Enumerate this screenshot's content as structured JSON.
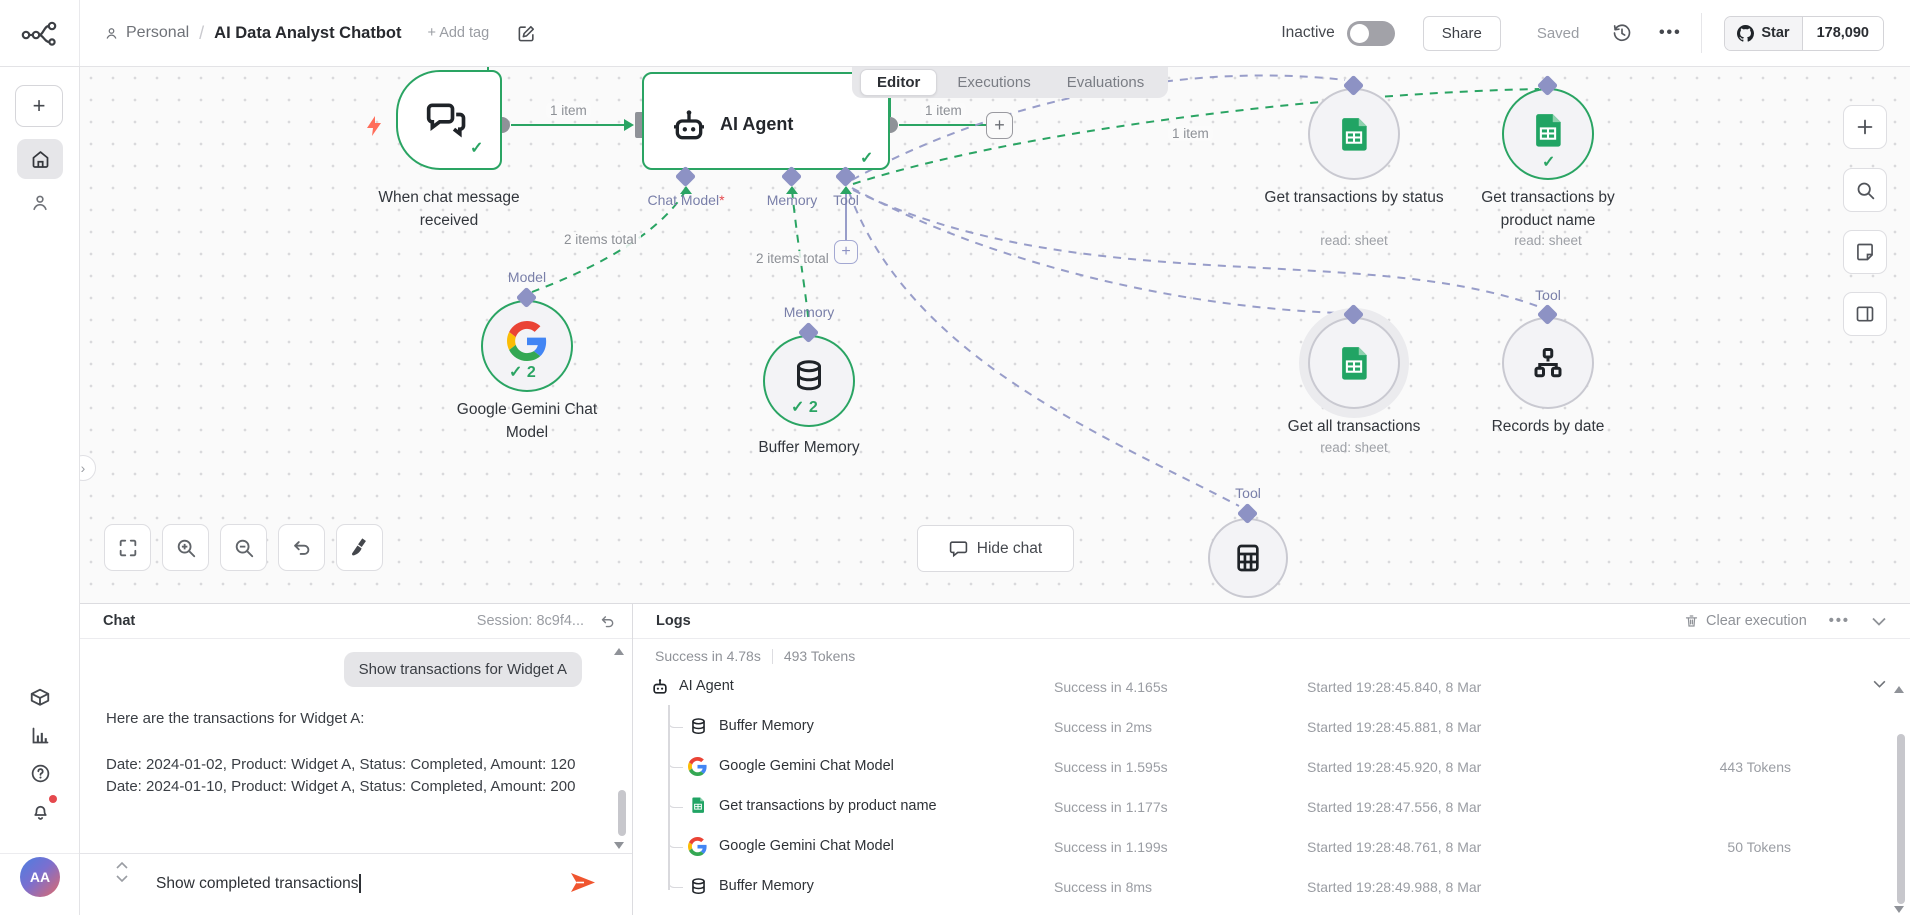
{
  "topbar": {
    "breadcrumb": {
      "project": "Personal",
      "separator": "/",
      "title": "AI Data Analyst Chatbot",
      "add_tag": "+ Add tag"
    },
    "status_label": "Inactive",
    "share_label": "Share",
    "saved_label": "Saved",
    "github": {
      "star_label": "Star",
      "star_count": "178,090"
    }
  },
  "tabs": {
    "editor": "Editor",
    "executions": "Executions",
    "evaluations": "Evaluations"
  },
  "sidebar": {
    "avatar_initials": "AA"
  },
  "canvas": {
    "hide_chat_label": "Hide chat",
    "connection_labels": {
      "trigger_to_agent": "1 item",
      "agent_out": "1 item",
      "tool_to_product": "1 item",
      "model_total": "2 items total",
      "memory_total": "2 items total"
    },
    "port_labels": {
      "chat_model": "Chat Model",
      "chat_model_required": "*",
      "memory": "Memory",
      "tool": "Tool",
      "model": "Model",
      "memory_node": "Memory",
      "tool_records": "Tool",
      "tool_calc": "Tool"
    },
    "nodes": {
      "trigger": {
        "name": "When chat message received"
      },
      "agent": {
        "name": "AI Agent"
      },
      "gemini": {
        "name": "Google Gemini Chat Model",
        "check_count": "2"
      },
      "buffer": {
        "name": "Buffer Memory",
        "check_count": "2"
      },
      "by_status": {
        "name": "Get transactions by status",
        "subtitle": "read: sheet"
      },
      "by_product": {
        "name": "Get transactions by product name",
        "subtitle": "read: sheet"
      },
      "all": {
        "name": "Get all transactions",
        "subtitle": "read: sheet"
      },
      "by_date": {
        "name": "Records by date"
      }
    }
  },
  "chat": {
    "title": "Chat",
    "session": "Session: 8c9f4...",
    "user_message": "Show transactions for Widget A",
    "bot_intro": "Here are the transactions for Widget A:",
    "bot_detail": "Date: 2024-01-02, Product: Widget A, Status: Completed, Amount: 120 Date: 2024-01-10, Product: Widget A, Status: Completed, Amount: 200",
    "input_value": "Show completed transactions"
  },
  "logs": {
    "title": "Logs",
    "clear_label": "Clear execution",
    "summary_status": "Success in 4.78s",
    "summary_tokens": "493 Tokens",
    "rows": [
      {
        "name": "AI Agent",
        "status": "Success in 4.165s",
        "started": "Started 19:28:45.840, 8 Mar",
        "tokens": ""
      },
      {
        "name": "Buffer Memory",
        "status": "Success in 2ms",
        "started": "Started 19:28:45.881, 8 Mar",
        "tokens": ""
      },
      {
        "name": "Google Gemini Chat Model",
        "status": "Success in 1.595s",
        "started": "Started 19:28:45.920, 8 Mar",
        "tokens": "443 Tokens"
      },
      {
        "name": "Get transactions by product name",
        "status": "Success in 1.177s",
        "started": "Started 19:28:47.556, 8 Mar",
        "tokens": ""
      },
      {
        "name": "Google Gemini Chat Model",
        "status": "Success in 1.199s",
        "started": "Started 19:28:48.761, 8 Mar",
        "tokens": "50 Tokens"
      },
      {
        "name": "Buffer Memory",
        "status": "Success in 8ms",
        "started": "Started 19:28:49.988, 8 Mar",
        "tokens": ""
      }
    ]
  },
  "colors": {
    "green": "#2aa463",
    "purple": "#8d92c4",
    "accent": "#f0552f"
  }
}
